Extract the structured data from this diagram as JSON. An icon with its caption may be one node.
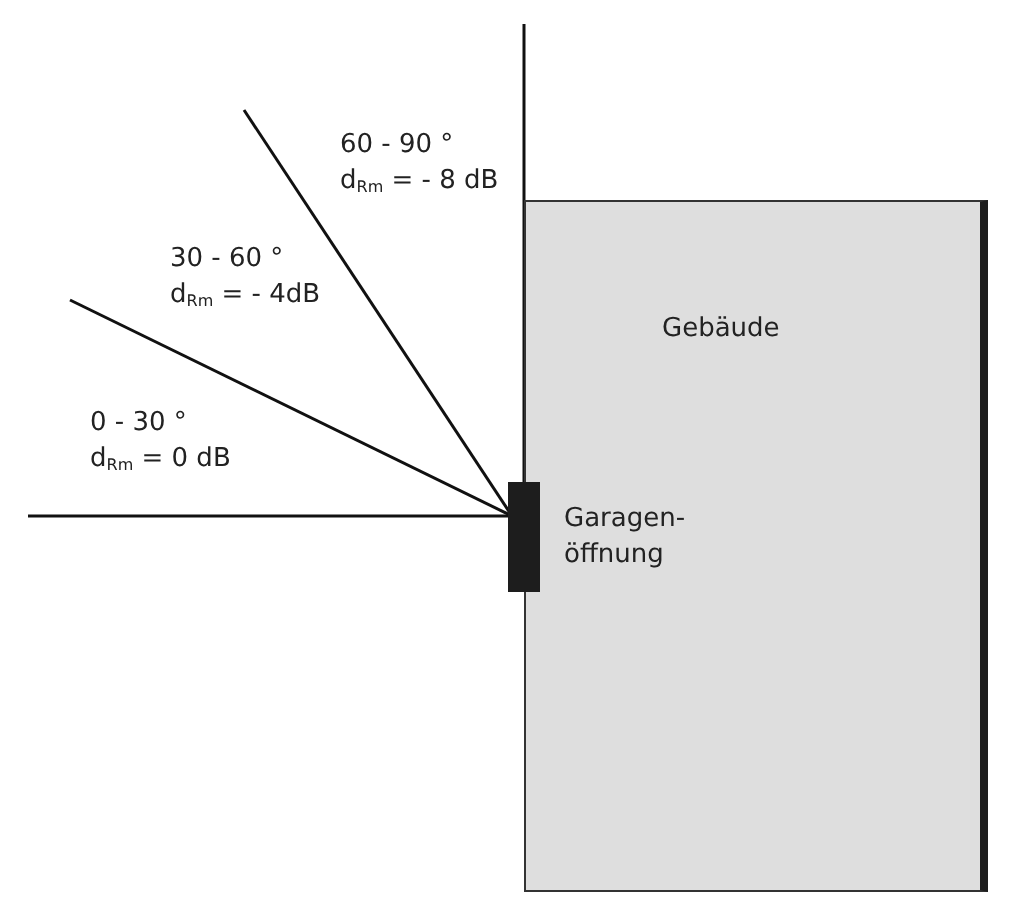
{
  "diagram": {
    "nodes": [
      {
        "text": [
          "Gebäude"
        ]
      },
      {
        "text": [],
        "shape": "bar"
      }
    ],
    "edges": [
      {
        "from": 1,
        "to": null,
        "arrow": "none"
      },
      {
        "from": 1,
        "to": null,
        "arrow": "none"
      },
      {
        "from": 1,
        "to": null,
        "arrow": "none"
      },
      {
        "from": 1,
        "to": null,
        "arrow": "none"
      }
    ],
    "labels": [
      "60 - 90 °",
      "d$_{Rm}$ = - 8 dB",
      "30 - 60 °",
      "d$_{Rm}$ = - 4dB",
      "0 - 30 °",
      "d$_{Rm}$ = 0 dB",
      "Garagen- öffnung"
    ]
  }
}
